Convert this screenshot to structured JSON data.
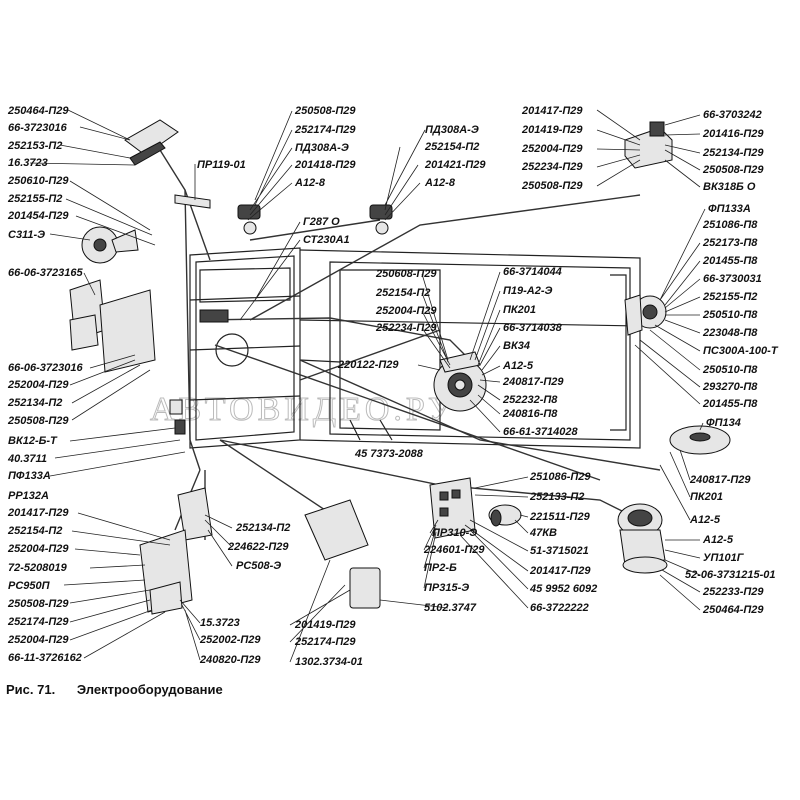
{
  "figure": {
    "number": "Рис. 71.",
    "title": "Электрооборудование",
    "watermark": "АВТОВИДЕО.РУ"
  },
  "labels": {
    "l1": "250464-П29",
    "l2": "66-3723016",
    "l3": "252153-П2",
    "l4": "16.3723",
    "l5": "250610-П29",
    "l6": "252155-П2",
    "l7": "201454-П29",
    "l8": "С311-Э",
    "l9": "66-06-3723165",
    "l10": "66-06-3723016",
    "l11": "252004-П29",
    "l12": "252134-П2",
    "l13": "250508-П29",
    "l14": "ВК12-Б-Т",
    "l15": "40.3711",
    "l16": "ПФ133А",
    "l17": "РР132А",
    "l18": "201417-П29",
    "l19": "252154-П2",
    "l20": "252004-П29",
    "l21": "72-5208019",
    "l22": "РС950П",
    "l23": "250508-П29",
    "l24": "252174-П29",
    "l25": "252004-П29",
    "l26": "66-11-3726162",
    "l27": "250508-П29",
    "l28": "252174-П29",
    "l29": "ПД308А-Э",
    "l30": "201418-П29",
    "l31": "А12-8",
    "l32": "ПР119-01",
    "l33": "Г287 О",
    "l34": "СТ230А1",
    "l35": "ПД308А-Э",
    "l36": "252154-П2",
    "l37": "201421-П29",
    "l38": "А12-8",
    "l39": "201417-П29",
    "l40": "201419-П29",
    "l41": "252004-П29",
    "l42": "252234-П29",
    "l43": "250508-П29",
    "l44": "66-3703242",
    "l45": "201416-П29",
    "l46": "252134-П29",
    "l47": "250508-П29",
    "l48": "ВК318Б О",
    "l49": "250608-П29",
    "l50": "252154-П2",
    "l51": "252004-П29",
    "l52": "252234-П29",
    "l53": "66-3714044",
    "l54": "П19-А2-Э",
    "l55": "ПК201",
    "l56": "66-3714038",
    "l57": "ВК34",
    "l58": "А12-5",
    "l59": "240817-П29",
    "l60": "252232-П8",
    "l61": "240816-П8",
    "l62": "66-61-3714028",
    "l63": "220122-П29",
    "l64": "45 7373-2088",
    "l65": "ФП133А",
    "l66": "251086-П8",
    "l67": "252173-П8",
    "l68": "201455-П8",
    "l69": "66-3730031",
    "l70": "252155-П2",
    "l71": "250510-П8",
    "l72": "223048-П8",
    "l73": "ПС300А-100-Т",
    "l74": "250510-П8",
    "l75": "293270-П8",
    "l76": "201455-П8",
    "l77": "ФП134",
    "l78": "240817-П29",
    "l79": "ПК201",
    "l80": "А12-5",
    "l81": "251086-П29",
    "l82": "252133-П2",
    "l83": "221511-П29",
    "l84": "47КВ",
    "l85": "51-3715021",
    "l86": "201417-П29",
    "l87": "45 9952 6092",
    "l88": "66-3722222",
    "l89": "ПР310-Э",
    "l90": "224601-П29",
    "l91": "ПР2-Б",
    "l92": "ПР315-Э",
    "l93": "5102.3747",
    "l94": "А12-5",
    "l95": "УП101Г",
    "l96": "52-06-3731215-01",
    "l97": "252233-П29",
    "l98": "250464-П29",
    "l99": "252134-П2",
    "l100": "224622-П29",
    "l101": "РС508-Э",
    "l102": "15.3723",
    "l103": "252002-П29",
    "l104": "240820-П29",
    "l105": "201419-П29",
    "l106": "252174-П29",
    "l107": "1302.3734-01"
  }
}
